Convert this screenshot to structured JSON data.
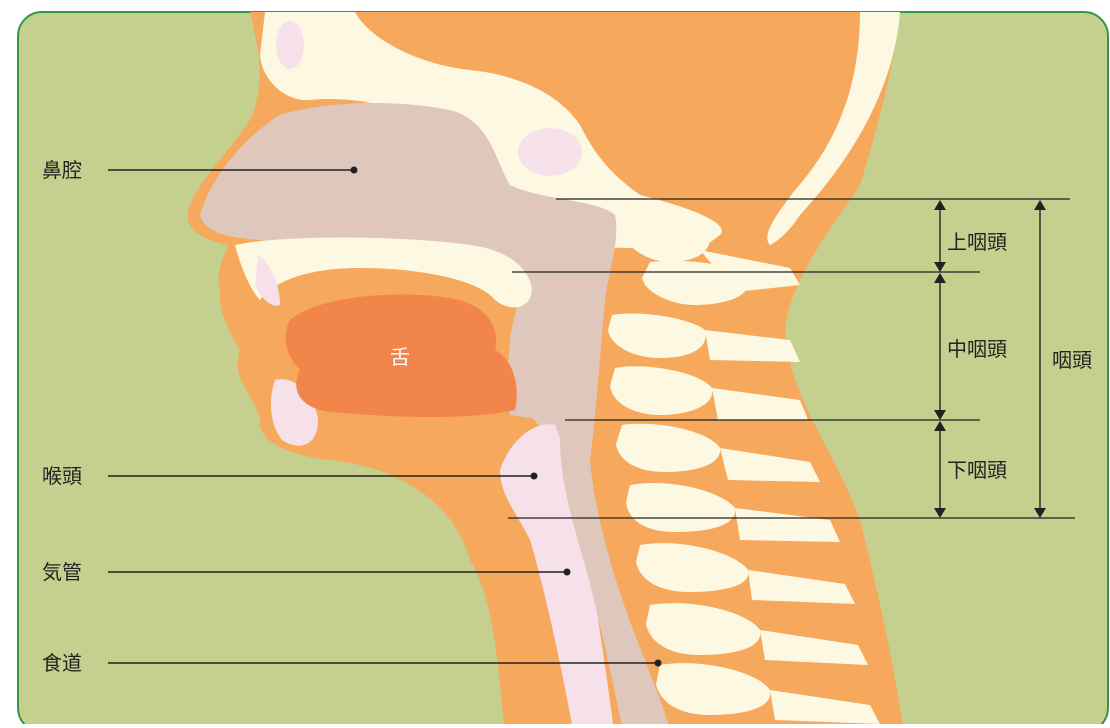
{
  "labels": {
    "nasal_cavity": "鼻腔",
    "larynx": "喉頭",
    "trachea": "気管",
    "esophagus": "食道",
    "tongue": "舌",
    "nasopharynx": "上咽頭",
    "oropharynx": "中咽頭",
    "hypopharynx": "下咽頭",
    "pharynx": "咽頭"
  },
  "colors": {
    "frame_border": "#2e9a48",
    "background": "#c5cf8e",
    "flesh": "#f6a85c",
    "bone": "#fdf8e2",
    "airway": "#dfc8bb",
    "tongue": "#f2854a",
    "pink": "#f6e1ea",
    "leader": "#222222"
  }
}
